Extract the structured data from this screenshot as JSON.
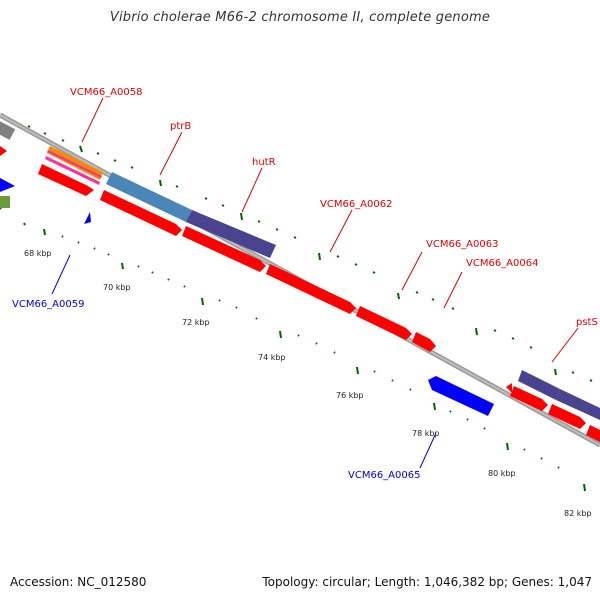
{
  "title": "Vibrio cholerae M66-2 chromosome II, complete genome",
  "footer": {
    "accession": "Accession: NC_012580",
    "summary": "Topology: circular; Length: 1,046,382 bp; Genes: 1,047"
  },
  "colors": {
    "forward_gene": "#ff0000",
    "reverse_gene": "#0000ff",
    "label_forward": "#e00000",
    "label_reverse": "#0000dd",
    "tick": "#006600",
    "backbone": "#888888",
    "steelblue": "#4a86b8",
    "purple": "#4a4490",
    "grey": "#808080",
    "olive": "#6a9a3a"
  },
  "scale_ticks": [
    "68 kbp",
    "70 kbp",
    "72 kbp",
    "74 kbp",
    "76 kbp",
    "78 kbp",
    "80 kbp",
    "82 kbp"
  ],
  "gene_labels": [
    {
      "text": "VCM66_A0058",
      "strand": "forward"
    },
    {
      "text": "ptrB",
      "strand": "forward"
    },
    {
      "text": "hutR",
      "strand": "forward"
    },
    {
      "text": "VCM66_A0062",
      "strand": "forward"
    },
    {
      "text": "VCM66_A0063",
      "strand": "forward"
    },
    {
      "text": "VCM66_A0064",
      "strand": "forward"
    },
    {
      "text": "pstS",
      "strand": "forward"
    },
    {
      "text": "VCM66_A0059",
      "strand": "reverse"
    },
    {
      "text": "VCM66_A0065",
      "strand": "reverse"
    }
  ]
}
